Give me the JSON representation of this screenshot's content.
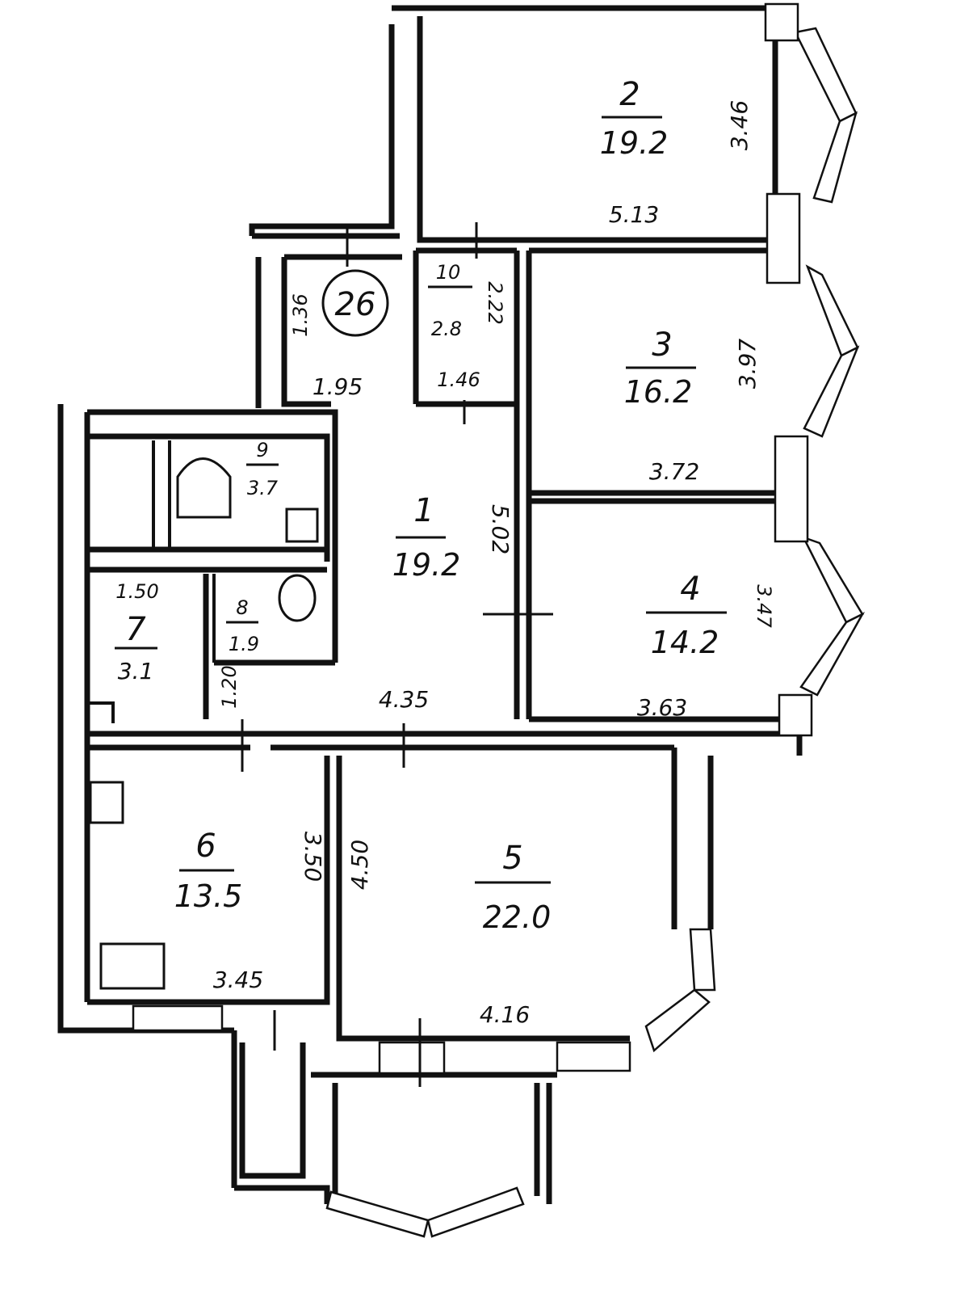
{
  "apartment": {
    "number": "26"
  },
  "rooms": [
    {
      "id": "1",
      "number": "1",
      "area": "19.2",
      "dims": [
        "5.02",
        "4.35"
      ]
    },
    {
      "id": "2",
      "number": "2",
      "area": "19.2",
      "dims": [
        "3.46",
        "5.13"
      ]
    },
    {
      "id": "3",
      "number": "3",
      "area": "16.2",
      "dims": [
        "3.97",
        "3.72"
      ]
    },
    {
      "id": "4",
      "number": "4",
      "area": "14.2",
      "dims": [
        "3.47",
        "3.63"
      ]
    },
    {
      "id": "5",
      "number": "5",
      "area": "22.0",
      "dims": [
        "4.50",
        "4.16"
      ]
    },
    {
      "id": "6",
      "number": "6",
      "area": "13.5",
      "dims": [
        "3.50",
        "3.45"
      ]
    },
    {
      "id": "7",
      "number": "7",
      "area": "3.1",
      "dims": [
        "1.50"
      ]
    },
    {
      "id": "8",
      "number": "8",
      "area": "1.9",
      "dims": [
        "1.20"
      ]
    },
    {
      "id": "9",
      "number": "9",
      "area": "3.7",
      "dims": []
    },
    {
      "id": "10",
      "number": "10",
      "area": "2.8",
      "dims": [
        "2.22",
        "1.46"
      ]
    }
  ],
  "hall": {
    "dims": [
      "1.36",
      "1.95"
    ]
  }
}
